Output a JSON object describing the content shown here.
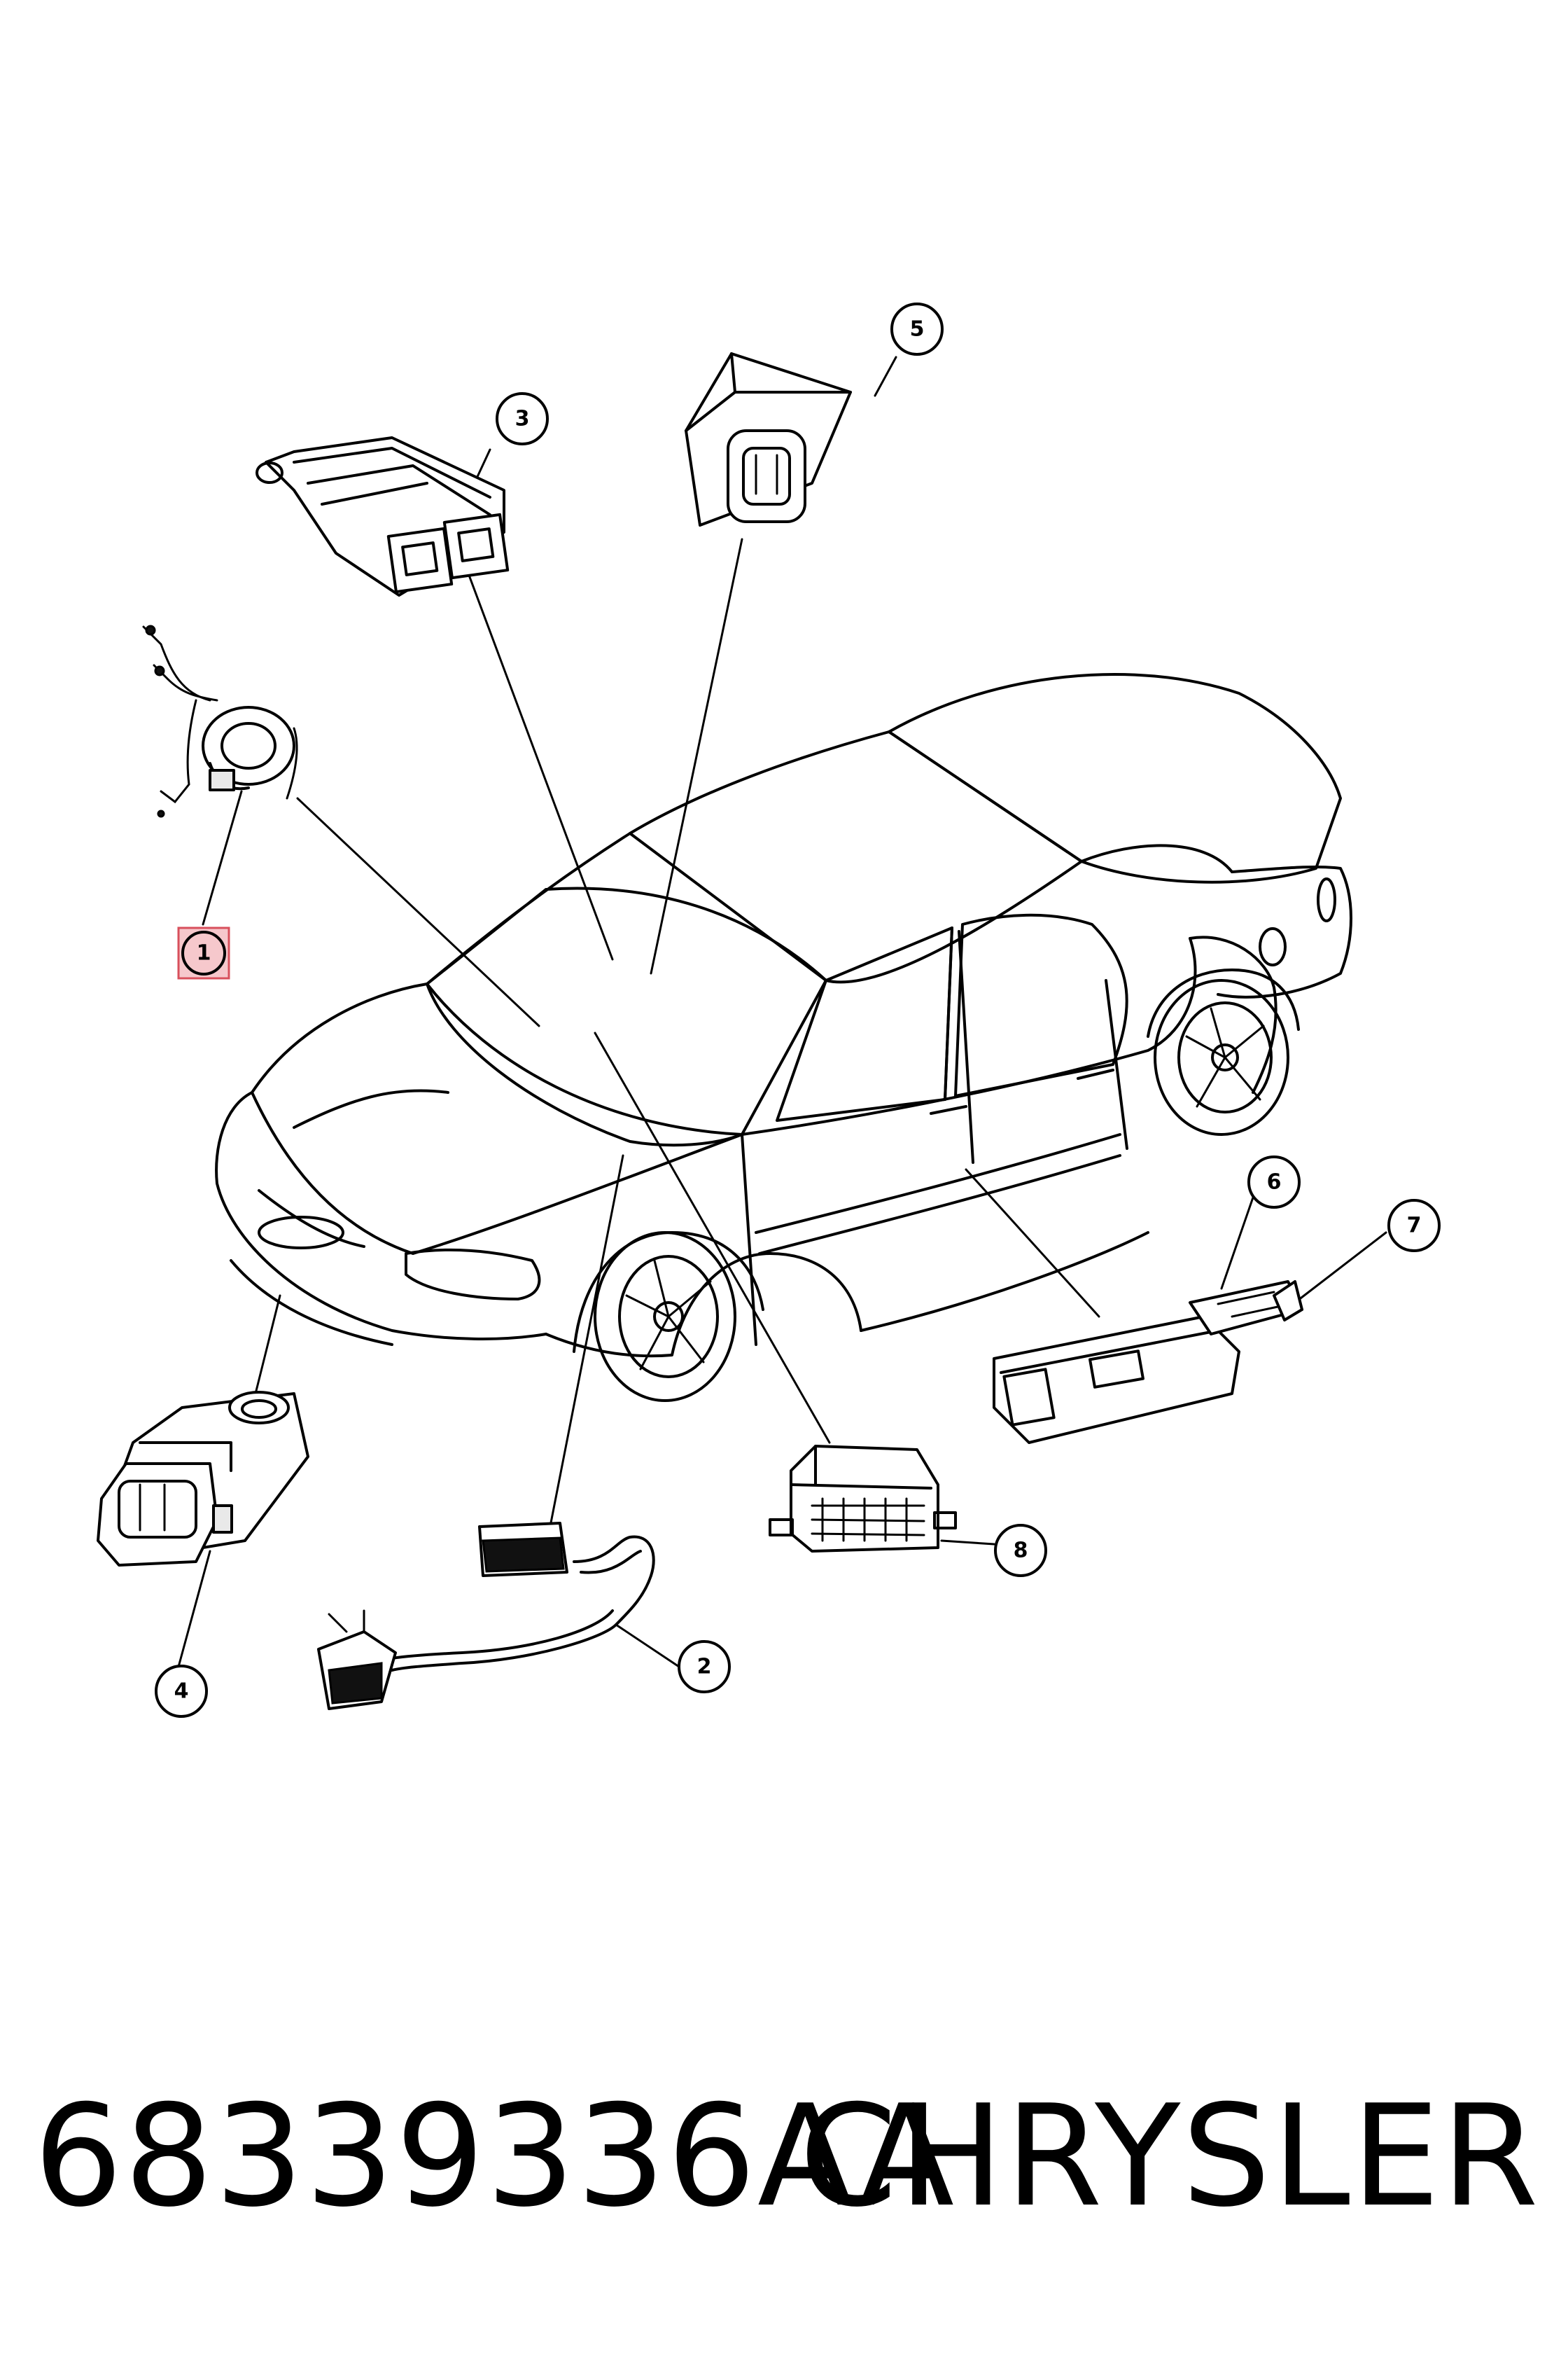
{
  "diagram": {
    "callouts": [
      {
        "id": 1,
        "label": "1",
        "highlighted": true
      },
      {
        "id": 2,
        "label": "2",
        "highlighted": false
      },
      {
        "id": 3,
        "label": "3",
        "highlighted": false
      },
      {
        "id": 4,
        "label": "4",
        "highlighted": false
      },
      {
        "id": 5,
        "label": "5",
        "highlighted": false
      },
      {
        "id": 6,
        "label": "6",
        "highlighted": false
      },
      {
        "id": 7,
        "label": "7",
        "highlighted": false
      },
      {
        "id": 8,
        "label": "8",
        "highlighted": false
      }
    ],
    "highlight_color": "#f6c8cc"
  },
  "footer": {
    "part_number": "68339336AA",
    "brand": "CHRYSLER"
  }
}
